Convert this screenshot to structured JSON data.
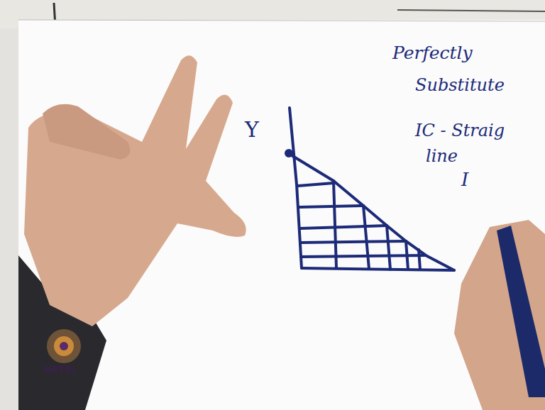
{
  "diagram": {
    "labels": [
      "Y",
      "Perfectly",
      "Substitute",
      "IC - Straig",
      "line",
      "I",
      "NPTEL"
    ]
  }
}
